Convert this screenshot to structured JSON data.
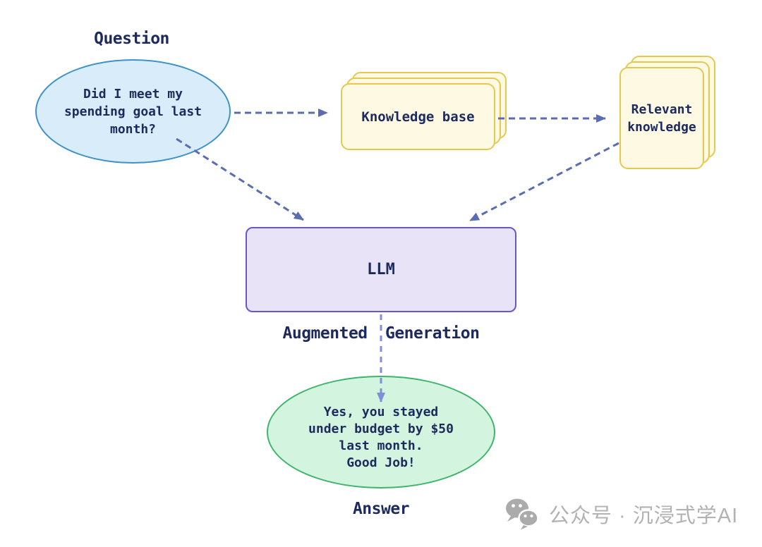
{
  "diagram": {
    "question_label": "Question",
    "question_bubble": {
      "lines": [
        "Did I meet my",
        "spending goal last",
        "month?"
      ]
    },
    "knowledge_base": {
      "label": "Knowledge base"
    },
    "relevant_knowledge": {
      "lines": [
        "Relevant",
        "knowledge"
      ]
    },
    "llm": {
      "label": "LLM"
    },
    "augmented_generation_label": "Augmented Generation",
    "answer_bubble": {
      "lines": [
        "Yes, you stayed",
        "under budget by $50",
        "last month.",
        "Good Job!"
      ]
    },
    "answer_label": "Answer"
  },
  "watermark": {
    "icon": "wechat-icon",
    "text": "公众号 · 沉浸式学AI"
  },
  "colors": {
    "text_navy": "#1d2a5e",
    "question_fill": "#d8ecfa",
    "question_stroke": "#3f92c9",
    "card_fill": "#fdf9e3",
    "card_stroke": "#e7c84e",
    "llm_fill": "#e9e3f8",
    "llm_stroke": "#6b55c8",
    "answer_fill": "#d3f4de",
    "answer_stroke": "#3fb46c",
    "arrow": "#5a6cb2",
    "arrow_light": "#7e8fd6",
    "watermark_gray": "#b2b2b2"
  }
}
